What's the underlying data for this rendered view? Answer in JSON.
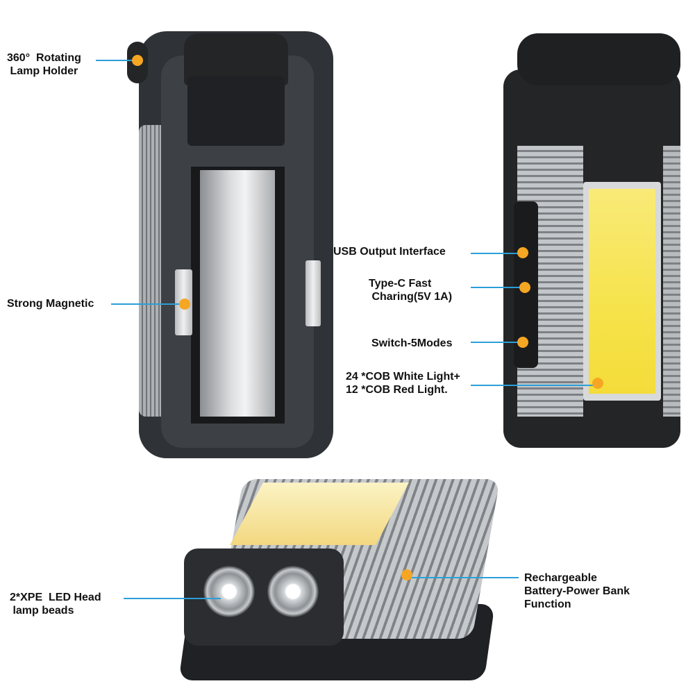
{
  "callouts": {
    "rotating_holder": "360°  Rotating\n Lamp Holder",
    "strong_magnetic": "Strong Magnetic",
    "usb_output": "USB Output Interface",
    "type_c": "Type-C Fast\n Charing(5V 1A)",
    "switch_modes": "Switch-5Modes",
    "cob_lights": "24 *COB White Light+\n12 *COB Red Light.",
    "xpe_led": "2*XPE  LED Head\n lamp beads",
    "battery": "Rechargeable\nBattery-Power Bank\nFunction"
  },
  "colors": {
    "callout_line": "#2b9fd8",
    "callout_dot": "#f5a623",
    "cob_yellow": "#f6e34a",
    "body_dark": "#2f3236"
  }
}
